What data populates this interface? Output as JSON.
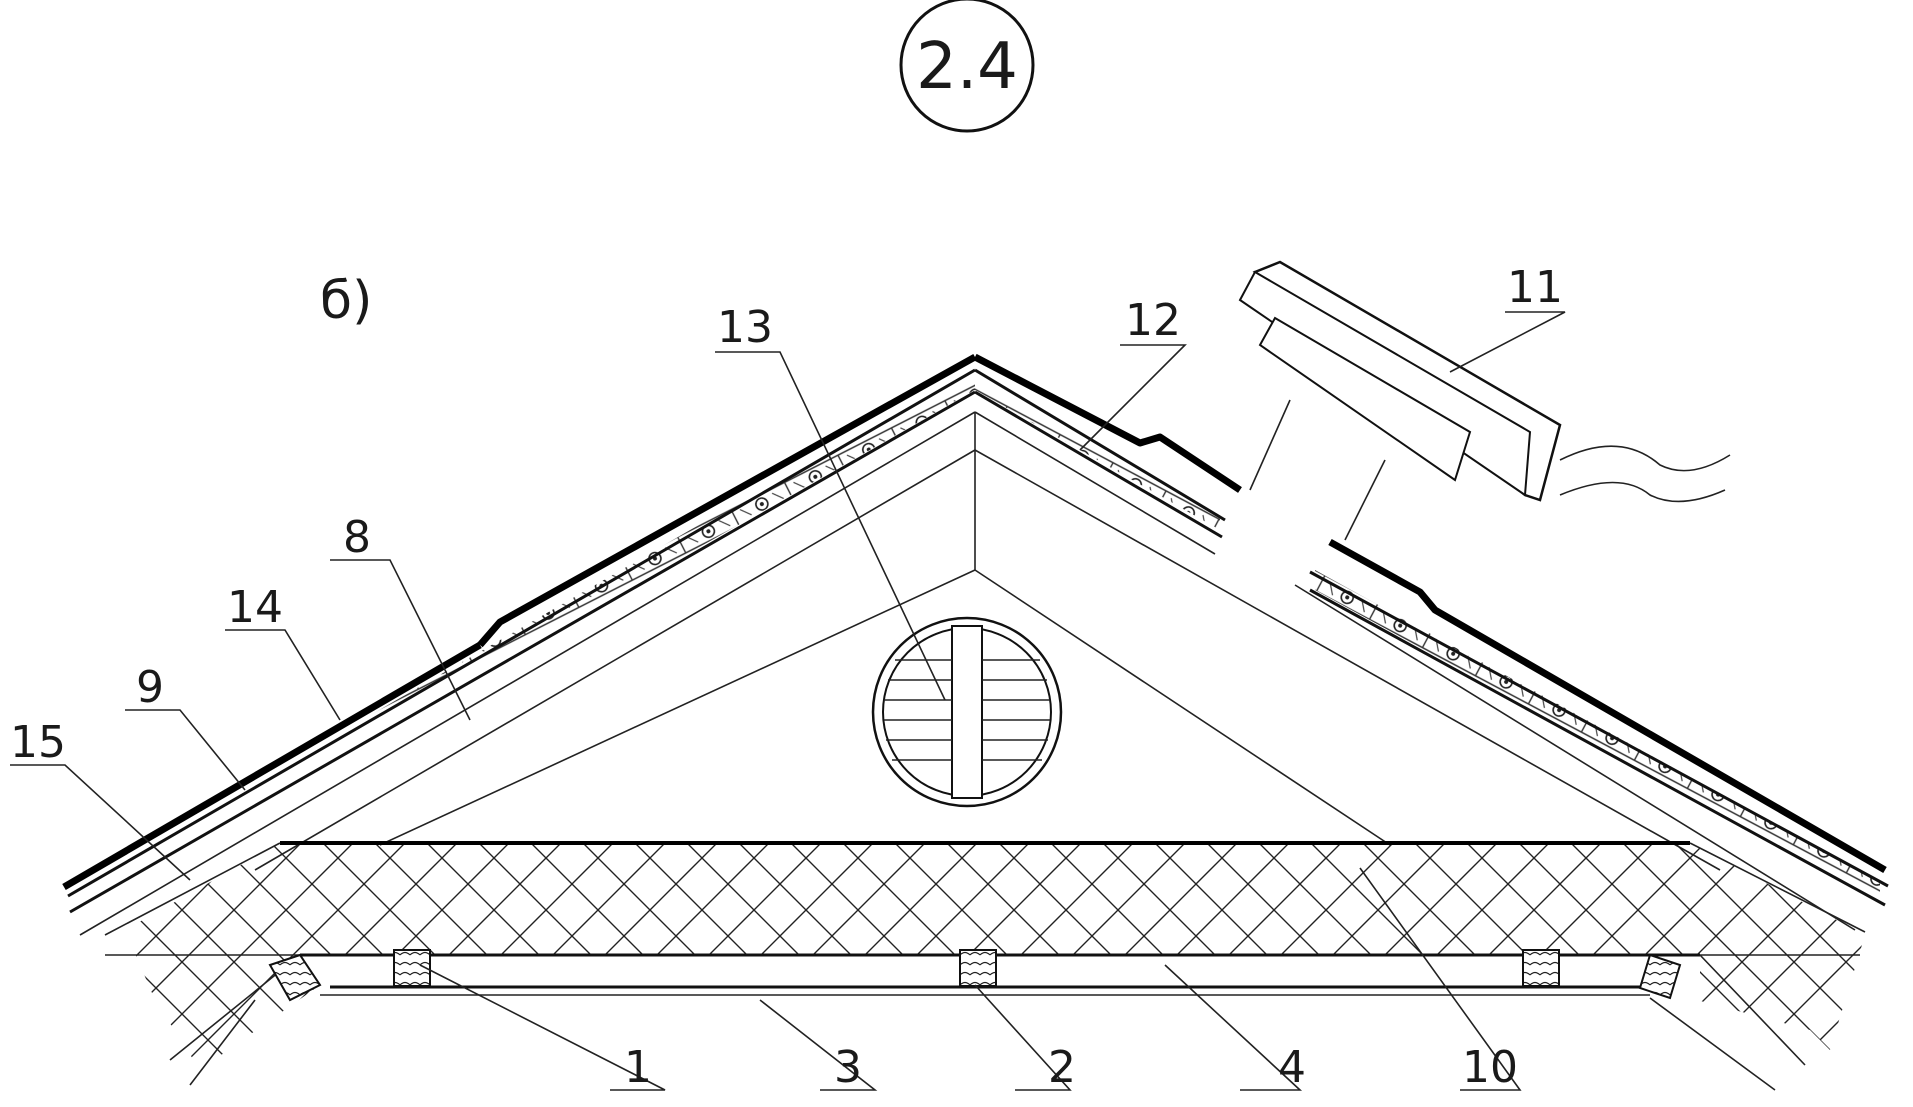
{
  "figure": {
    "number": "2.4",
    "variant": "б)"
  },
  "callouts": [
    {
      "id": "1",
      "text": "1"
    },
    {
      "id": "2",
      "text": "2"
    },
    {
      "id": "3",
      "text": "3"
    },
    {
      "id": "4",
      "text": "4"
    },
    {
      "id": "8",
      "text": "8"
    },
    {
      "id": "9",
      "text": "9"
    },
    {
      "id": "10",
      "text": "10"
    },
    {
      "id": "11",
      "text": "11"
    },
    {
      "id": "12",
      "text": "12"
    },
    {
      "id": "13",
      "text": "13"
    },
    {
      "id": "14",
      "text": "14"
    },
    {
      "id": "15",
      "text": "15"
    }
  ],
  "colors": {
    "ink": "#000000",
    "paper": "#ffffff"
  }
}
